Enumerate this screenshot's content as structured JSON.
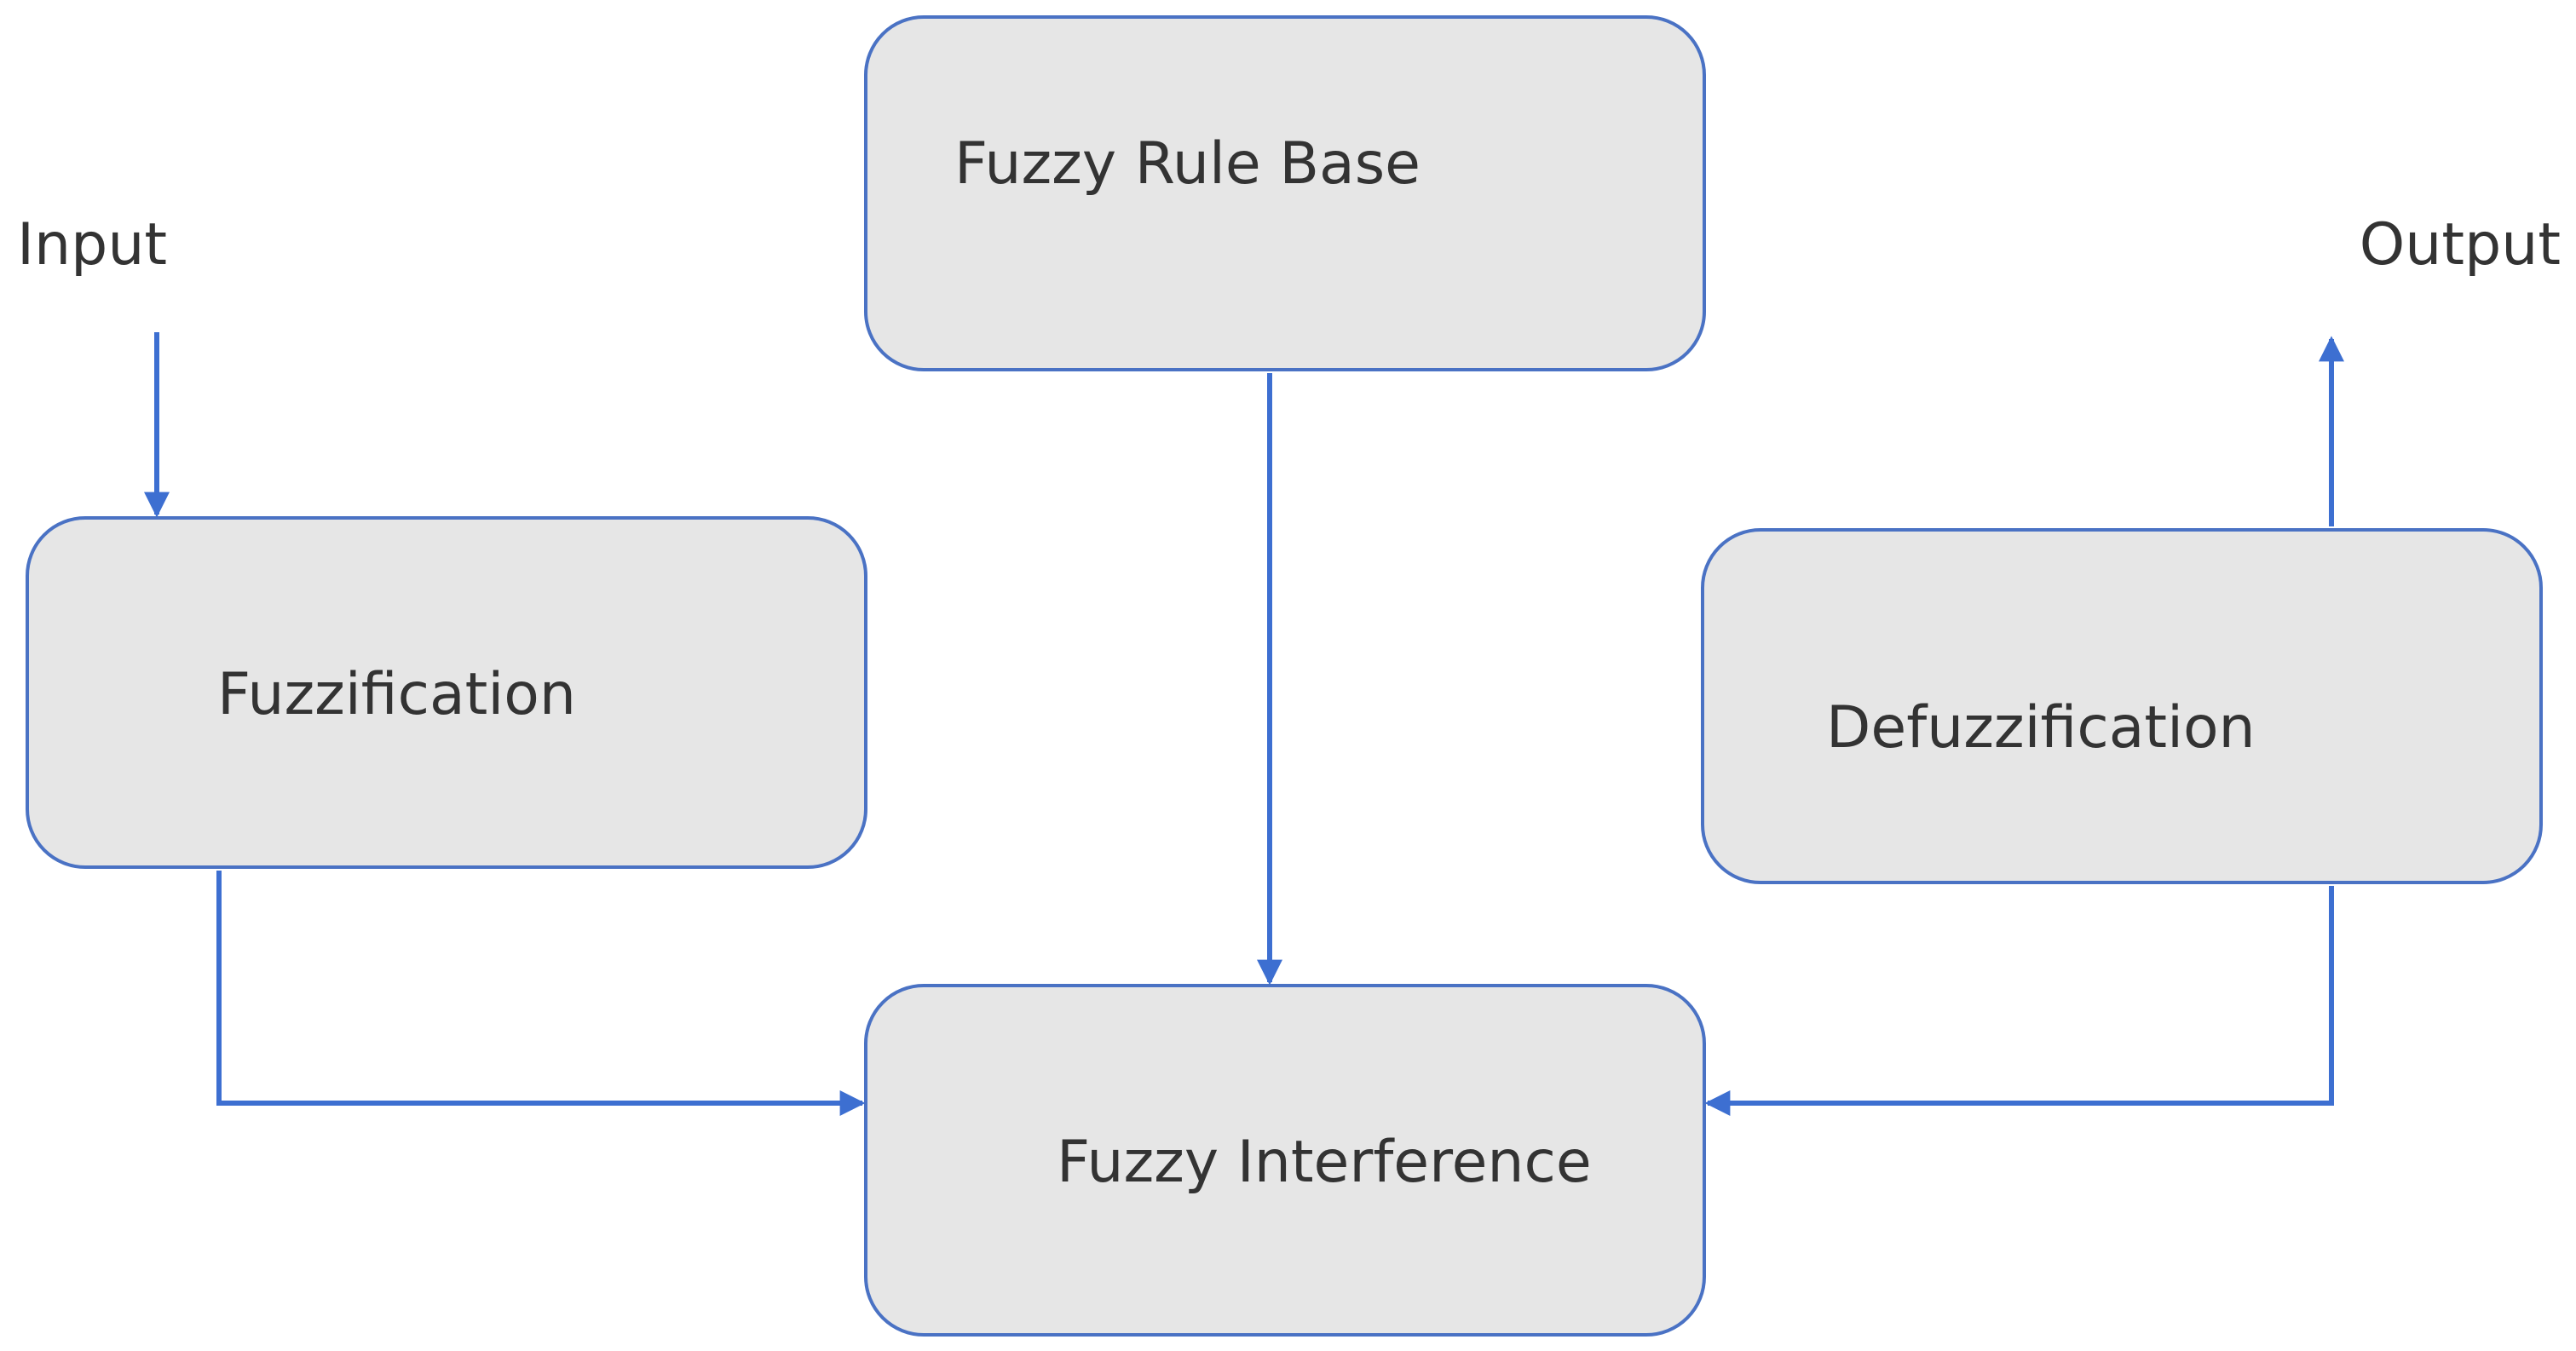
{
  "diagram": {
    "nodes": {
      "fuzzy_rule_base": "Fuzzy Rule Base",
      "fuzzification": "Fuzzification",
      "defuzzification": "Defuzzification",
      "fuzzy_interference": "Fuzzy Interference"
    },
    "labels": {
      "input": "Input",
      "output": "Output"
    },
    "edges": [
      {
        "from": "input",
        "to": "fuzzification"
      },
      {
        "from": "fuzzification",
        "to": "fuzzy_interference"
      },
      {
        "from": "fuzzy_rule_base",
        "to": "fuzzy_interference"
      },
      {
        "from": "defuzzification",
        "to": "fuzzy_interference"
      },
      {
        "from": "defuzzification",
        "to": "output"
      }
    ]
  },
  "colors": {
    "box_fill": "#e6e6e6",
    "box_stroke": "#4a72c4",
    "connector": "#3d6fd1",
    "text": "#333333"
  }
}
